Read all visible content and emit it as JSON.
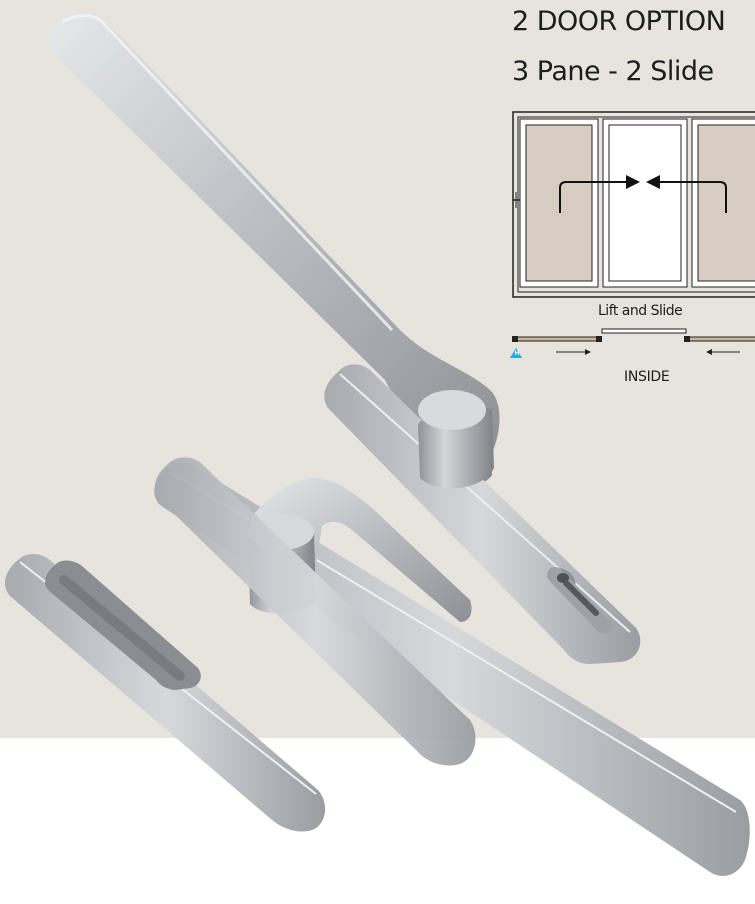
{
  "colors": {
    "background_top": "#e7e3dd",
    "background_bottom": "#ffffff",
    "pane_fill": "#d8cdc3",
    "handle_metal": "#b9bcc0",
    "accent_hinge": "#27a9e1"
  },
  "diagram": {
    "title": "2 DOOR OPTION",
    "subtitle": "3 Pane - 2 Slide",
    "track_label": "Lift and Slide",
    "side_label": "INSIDE",
    "hinge_marker": "H"
  },
  "product_items": [
    "long-hopeline-handle",
    "lever-handle-with-keyed-backplate",
    "lever-handle-on-long-backplate",
    "flush-recessed-pull"
  ]
}
